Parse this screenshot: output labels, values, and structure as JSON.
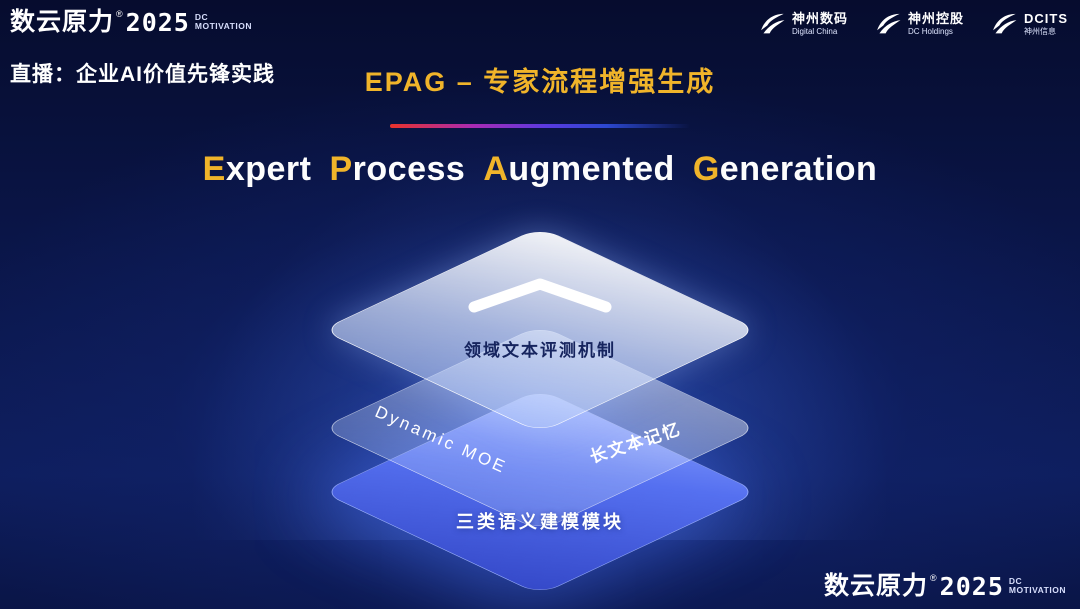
{
  "colors": {
    "accent_gold": "#F0B42A",
    "layer_blue": "#4A66E8",
    "background_navy": "#0A1547",
    "divider_red": "#E8322B"
  },
  "icons": {
    "chevron": "chevron-up-icon",
    "partner_logo": "swoosh-icon"
  },
  "brand": {
    "name": "数云原力",
    "reg": "®",
    "year": "2025",
    "tag_top": "DC",
    "tag_bottom": "MOTIVATION"
  },
  "header": {
    "live_label": "直播：企业AI价值先锋实践",
    "slide_title": "EPAG – 专家流程增强生成",
    "partners": [
      {
        "name": "神州数码",
        "sub": "Digital China"
      },
      {
        "name": "神州控股",
        "sub": "DC Holdings"
      },
      {
        "name": "DCITS",
        "sub": "神州信息"
      }
    ]
  },
  "main": {
    "title_words": [
      {
        "lead": "E",
        "rest": "xpert"
      },
      {
        "lead": "P",
        "rest": "rocess"
      },
      {
        "lead": "A",
        "rest": "ugmented"
      },
      {
        "lead": "G",
        "rest": "eneration"
      }
    ],
    "stack": {
      "top_label": "领域文本评测机制",
      "middle_left_label": "Dynamic MOE",
      "middle_right_label": "长文本记忆",
      "bottom_label": "三类语义建模模块"
    }
  }
}
